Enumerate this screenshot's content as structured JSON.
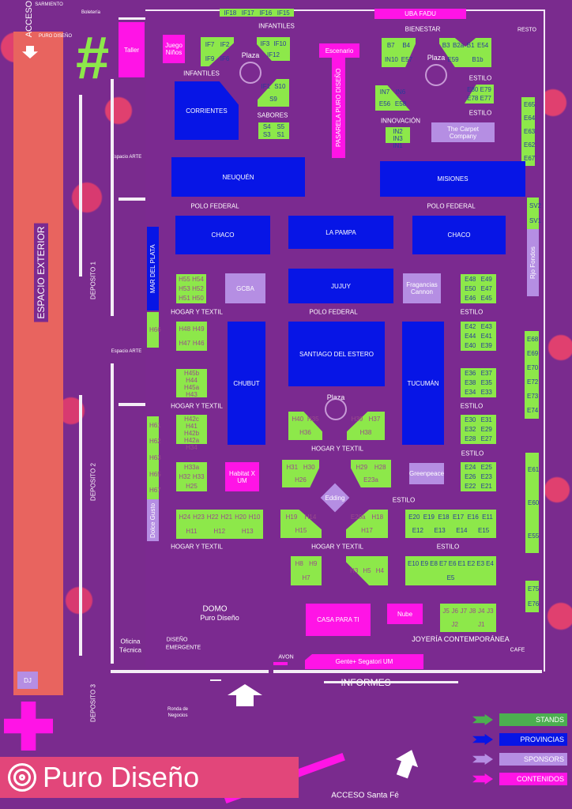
{
  "colors": {
    "stands": "#8de84a",
    "provincias": "#0715e6",
    "sponsors": "#b58ee3",
    "contenidos": "#ff14e6",
    "background": "#7b2a90",
    "exterior": "#e8645f"
  },
  "booths": {
    "if_top": {
      "codes": [
        "IF18",
        "IF17",
        "IF16",
        "IF15"
      ]
    },
    "uba": {
      "codes": [
        "UBA",
        "FADU"
      ]
    },
    "taller": {
      "codes": [
        "Taller"
      ]
    },
    "juego": {
      "codes": [
        "Juego Niños"
      ]
    },
    "if_a": {
      "codes": [
        "IF7",
        "IF2",
        "IF9",
        "IF6"
      ]
    },
    "if_b": {
      "codes": [
        "IF3",
        "IF10",
        "IF12"
      ]
    },
    "escenario": {
      "codes": [
        "Escenario"
      ]
    },
    "pasarela": {
      "codes": [
        "PASARELA PURO DISEÑO"
      ]
    },
    "corrientes": {
      "codes": [
        "CORRIENTES"
      ]
    },
    "s_a": {
      "codes": [
        "IF1",
        "S10",
        "S9"
      ]
    },
    "s_b": {
      "codes": [
        "S4",
        "S5",
        "S3",
        "S1"
      ]
    },
    "b_a": {
      "codes": [
        "B7",
        "B4",
        "IN10",
        "E57"
      ]
    },
    "b_b": {
      "codes": [
        "B3",
        "B2a",
        "B1",
        "E54",
        "E59",
        "B1b"
      ]
    },
    "e_80": {
      "codes": [
        "E80",
        "E79",
        "E78",
        "E77"
      ]
    },
    "in_a": {
      "codes": [
        "IN7",
        "IN6",
        "E56",
        "E58"
      ]
    },
    "in_b": {
      "codes": [
        "IN2",
        "IN3",
        "IN1"
      ]
    },
    "carpet": {
      "codes": [
        "The Carpet Company"
      ]
    },
    "e_col1": {
      "codes": [
        "E65",
        "E64",
        "E63",
        "E62",
        "E67"
      ]
    },
    "neuquen": {
      "codes": [
        "NEUQUÉN"
      ]
    },
    "misiones": {
      "codes": [
        "MISIONES"
      ]
    },
    "chaco1": {
      "codes": [
        "CHACO"
      ]
    },
    "lapampa": {
      "codes": [
        "LA PAMPA"
      ]
    },
    "chaco2": {
      "codes": [
        "CHACO"
      ]
    },
    "sv": {
      "codes": [
        "SV2",
        "SV1"
      ]
    },
    "rjo": {
      "codes": [
        "Rjo Fondos"
      ]
    },
    "mdp": {
      "codes": [
        "MAR DEL PLATA"
      ]
    },
    "h66": {
      "codes": [
        "H66"
      ]
    },
    "h_50": {
      "codes": [
        "H55",
        "H54",
        "H53",
        "H52",
        "H51",
        "H50"
      ]
    },
    "gcba": {
      "codes": [
        "GCBA"
      ]
    },
    "jujuy": {
      "codes": [
        "JUJUY"
      ]
    },
    "fragancias": {
      "codes": [
        "Fragancias Cannon"
      ]
    },
    "e_48": {
      "codes": [
        "E48",
        "E49",
        "E50",
        "E47",
        "E46",
        "E45"
      ]
    },
    "h_48": {
      "codes": [
        "H48",
        "H49",
        "H47",
        "H46"
      ]
    },
    "chubut": {
      "codes": [
        "CHUBUT"
      ]
    },
    "santiago": {
      "codes": [
        "SANTIAGO DEL ESTERO"
      ]
    },
    "tucuman": {
      "codes": [
        "TUCUMÁN"
      ]
    },
    "e_42": {
      "codes": [
        "E42",
        "E43",
        "E44",
        "E41",
        "E40",
        "E39"
      ]
    },
    "e_col2": {
      "codes": [
        "E68",
        "E69",
        "E70",
        "E72",
        "E73",
        "E74"
      ]
    },
    "h_45": {
      "codes": [
        "H45b",
        "H44",
        "H45a",
        "H43"
      ]
    },
    "e_36": {
      "codes": [
        "E36",
        "E37",
        "E38",
        "E35",
        "E34",
        "E33"
      ]
    },
    "h_col": {
      "codes": [
        "H61",
        "H62",
        "H63",
        "H65",
        "H67"
      ]
    },
    "dolce": {
      "codes": [
        "Dolce Gusto"
      ]
    },
    "h_42": {
      "codes": [
        "H42c",
        "H41",
        "H42b",
        "H42a",
        "H34"
      ]
    },
    "h_40": {
      "codes": [
        "H40",
        "H35",
        "H36"
      ]
    },
    "h_39": {
      "codes": [
        "H39",
        "H37",
        "H38"
      ]
    },
    "e_30": {
      "codes": [
        "E30",
        "E31",
        "E32",
        "E29",
        "E28",
        "E27"
      ]
    },
    "e_col3": {
      "codes": [
        "E61",
        "E60",
        "E55"
      ]
    },
    "h_33": {
      "codes": [
        "H33a",
        "H32",
        "H33",
        "H25"
      ]
    },
    "habitat": {
      "codes": [
        "Habitat X UM"
      ]
    },
    "h_31": {
      "codes": [
        "H31",
        "H30",
        "H26"
      ]
    },
    "h_29": {
      "codes": [
        "H29",
        "H28",
        "E23a"
      ]
    },
    "greenpeace": {
      "codes": [
        "Greenpeace"
      ]
    },
    "e_24": {
      "codes": [
        "E24",
        "E25",
        "E26",
        "E23",
        "E22",
        "E21"
      ]
    },
    "h_24": {
      "codes": [
        "H24",
        "H23",
        "H22",
        "H21",
        "H20",
        "H10",
        "H11",
        "H12",
        "H13"
      ]
    },
    "h_19": {
      "codes": [
        "H19",
        "H14",
        "H15"
      ]
    },
    "h_18": {
      "codes": [
        "E20a",
        "H18",
        "H17"
      ]
    },
    "e_20": {
      "codes": [
        "E20",
        "E19",
        "E18",
        "E17",
        "E16",
        "E11",
        "E12",
        "E13",
        "E14",
        "E15"
      ]
    },
    "h_8": {
      "codes": [
        "H8",
        "H9",
        "H7"
      ]
    },
    "h_3": {
      "codes": [
        "H3",
        "H5",
        "H4"
      ]
    },
    "e_10": {
      "codes": [
        "E10",
        "E9",
        "E8",
        "E7",
        "E6",
        "E1",
        "E2",
        "E3",
        "E4",
        "E5"
      ]
    },
    "e_col4": {
      "codes": [
        "E75",
        "E76"
      ]
    },
    "casa": {
      "codes": [
        "CASA PARA TI"
      ]
    },
    "nube": {
      "codes": [
        "Nube"
      ]
    },
    "j": {
      "codes": [
        "J5",
        "J6",
        "J7",
        "J8",
        "J4",
        "J3",
        "J2",
        "J1"
      ]
    },
    "gente": {
      "codes": [
        "Gente+",
        "Segatori",
        "UM"
      ]
    },
    "avon_bar": {
      "codes": [
        ""
      ]
    },
    "dj": {
      "codes": [
        "DJ"
      ]
    },
    "edding": {
      "codes": [
        "Edding"
      ]
    }
  },
  "labels": {
    "acceso": "ACCESO",
    "sarmiento": "SARMIENTO",
    "puro": "PURO DISEÑO",
    "boleteria": "Boletería",
    "infantiles1": "INFANTILES",
    "infantiles2": "INFANTILES",
    "plaza1": "Plaza",
    "plaza2": "Plaza",
    "plaza3": "Plaza",
    "bienestar": "BIENESTAR",
    "resto": "RESTO",
    "estilo1": "ESTILO",
    "estilo2": "ESTILO",
    "sabores": "SABORES",
    "innovacion": "INNOVACIÓN",
    "espacio_arte1": "Espacio ARTE",
    "espacio_arte2": "Espacio ARTE",
    "polo1": "POLO FEDERAL",
    "polo2": "POLO FEDERAL",
    "polo3": "POLO FEDERAL",
    "hyt1": "HOGAR Y TEXTIL",
    "hyt2": "HOGAR Y TEXTIL",
    "hyt3": "HOGAR Y TEXTIL",
    "hyt4": "HOGAR Y TEXTIL",
    "hyt5": "HOGAR Y TEXTIL",
    "estilo3": "ESTILO",
    "estilo4": "ESTILO",
    "estilo5": "ESTILO",
    "estilo6": "ESTILO",
    "estilo7": "ESTILO",
    "exterior": "ESPACIO EXTERIOR",
    "deposito1": "DEPOSITO 1",
    "deposito2": "DEPOSITO 2",
    "deposito3": "DEPOSITO 3",
    "domo1": "DOMO",
    "domo2": "Puro Diseño",
    "emergente1": "DISEÑO",
    "emergente2": "EMERGENTE",
    "oficina1": "Oficina",
    "oficina2": "Técnica",
    "avon": "AVON",
    "joyeria": "JOYERÍA CONTEMPORÁNEA",
    "cafe": "CAFE",
    "informes": "INFORMES",
    "ronda1": "Ronda de",
    "ronda2": "Negocios",
    "acceso_sf": "ACCESO Santa Fé"
  },
  "legend": [
    {
      "label": "STANDS",
      "color": "#4caf50"
    },
    {
      "label": "PROVINCIAS",
      "color": "#0715e6"
    },
    {
      "label": "SPONSORS",
      "color": "#b58ee3"
    },
    {
      "label": "CONTENIDOS",
      "color": "#ff14e6"
    }
  ],
  "logo": {
    "text": "Puro Diseño"
  },
  "hash_symbol": "#"
}
